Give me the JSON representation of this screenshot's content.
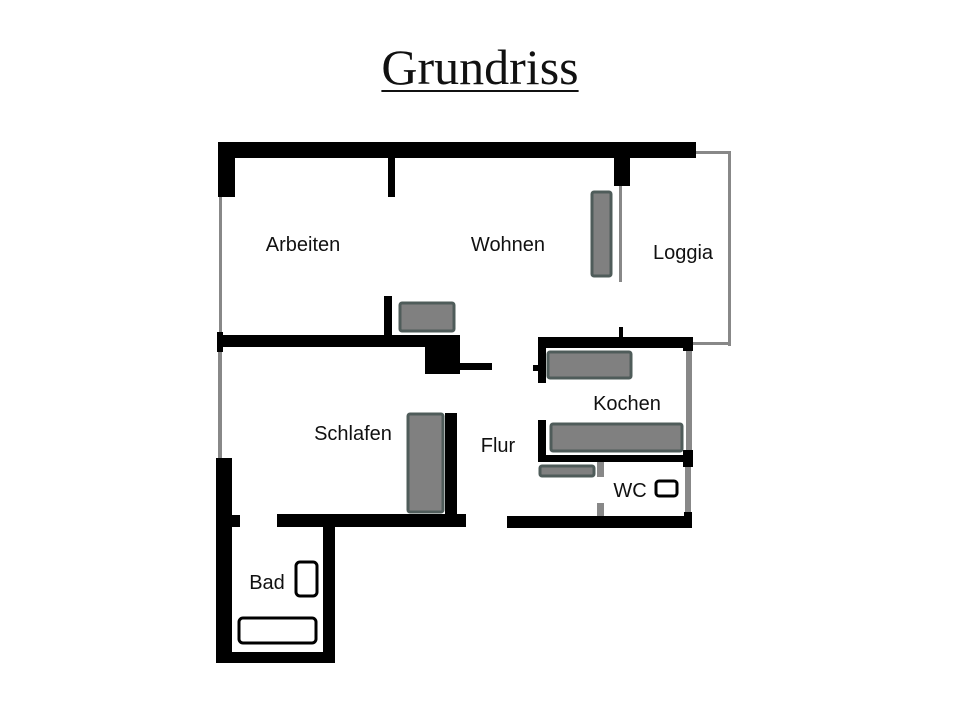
{
  "title": "Grundriss",
  "rooms": {
    "arbeiten": "Arbeiten",
    "wohnen": "Wohnen",
    "loggia": "Loggia",
    "schlafen": "Schlafen",
    "flur": "Flur",
    "kochen": "Kochen",
    "wc": "WC",
    "bad": "Bad"
  },
  "colors": {
    "wall": "#000000",
    "window": "#888888",
    "furniture": "#808080",
    "furniture_border": "#4f5c5a"
  }
}
